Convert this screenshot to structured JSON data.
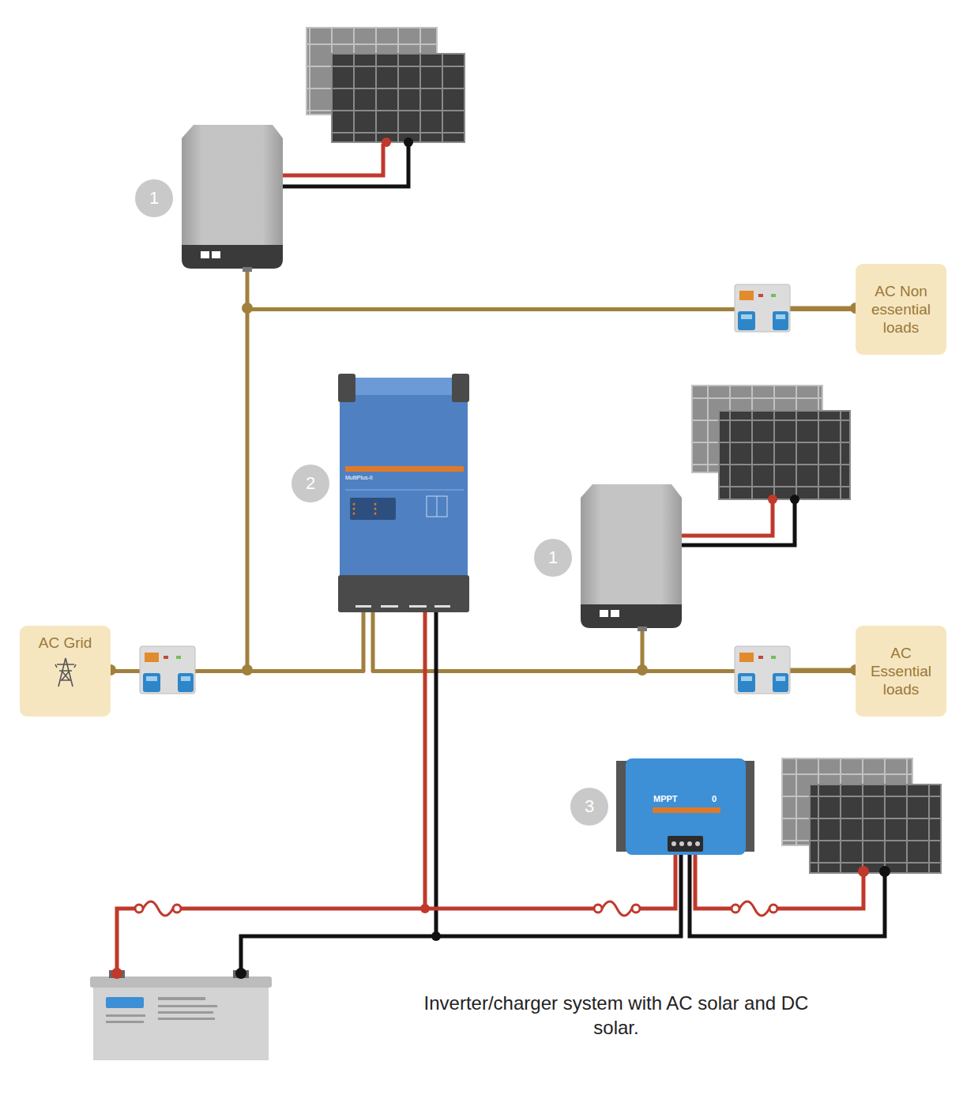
{
  "diagram": {
    "caption": "Inverter/charger system with AC solar and DC solar.",
    "nodes": [
      {
        "text": [
          "AC Non essential loads"
        ]
      },
      {
        "text": [
          "AC Grid"
        ]
      },
      {
        "text": [
          "AC Essential loads"
        ]
      }
    ],
    "edges": [
      {
        "from": 1,
        "to": 0,
        "arrow": "none"
      },
      {
        "from": 1,
        "to": 2,
        "arrow": "none"
      }
    ],
    "labels": [
      "1",
      "2",
      "MultiPlus-II",
      "1",
      "3",
      "MPPT",
      "0"
    ]
  }
}
